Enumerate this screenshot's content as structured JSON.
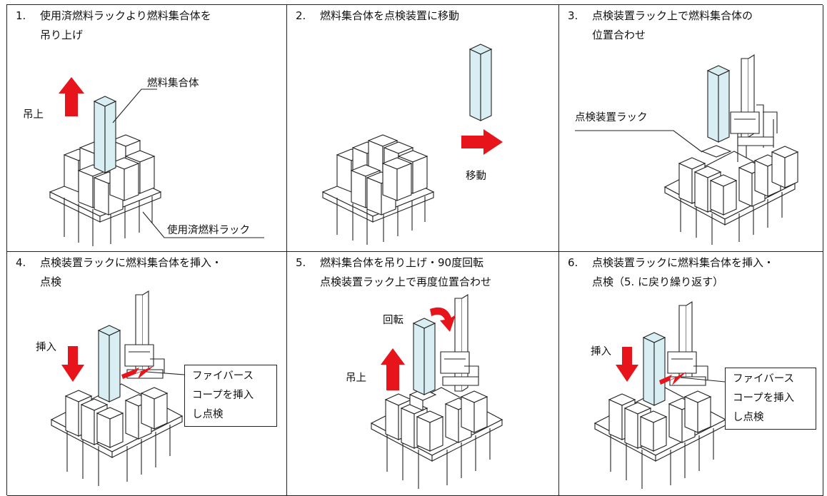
{
  "panels": [
    {
      "number": "1.",
      "caption": [
        "使用済燃料ラックより燃料集合体を",
        "吊り上げ"
      ],
      "labels": {
        "fuel_assembly": "燃料集合体",
        "lift": "吊上",
        "rack": "使用済燃料ラック"
      }
    },
    {
      "number": "2.",
      "caption": [
        "燃料集合体を点検装置に移動"
      ],
      "labels": {
        "move": "移動"
      }
    },
    {
      "number": "3.",
      "caption": [
        "点検装置ラック上で燃料集合体の",
        "位置合わせ"
      ],
      "labels": {
        "inspection_rack": "点検装置ラック"
      }
    },
    {
      "number": "4.",
      "caption": [
        "点検装置ラックに燃料集合体を挿入・",
        "点検"
      ],
      "labels": {
        "insert": "挿入",
        "callout": [
          "ファイバース",
          "コープを挿入",
          "し点検"
        ]
      }
    },
    {
      "number": "5.",
      "caption": [
        "燃料集合体を吊り上げ・90度回転",
        "点検装置ラック上で再度位置合わせ"
      ],
      "labels": {
        "rotate": "回転",
        "lift": "吊上"
      }
    },
    {
      "number": "6.",
      "caption": [
        "点検装置ラックに燃料集合体を挿入・",
        "点検（5. に戻り繰り返す）"
      ],
      "labels": {
        "insert": "挿入",
        "callout": [
          "ファイバース",
          "コープを挿入",
          "し点検"
        ]
      }
    }
  ],
  "colors": {
    "arrow": "#e8141b",
    "assembly_fill": "#d8eef2",
    "line": "#222222",
    "border": "#222222"
  }
}
